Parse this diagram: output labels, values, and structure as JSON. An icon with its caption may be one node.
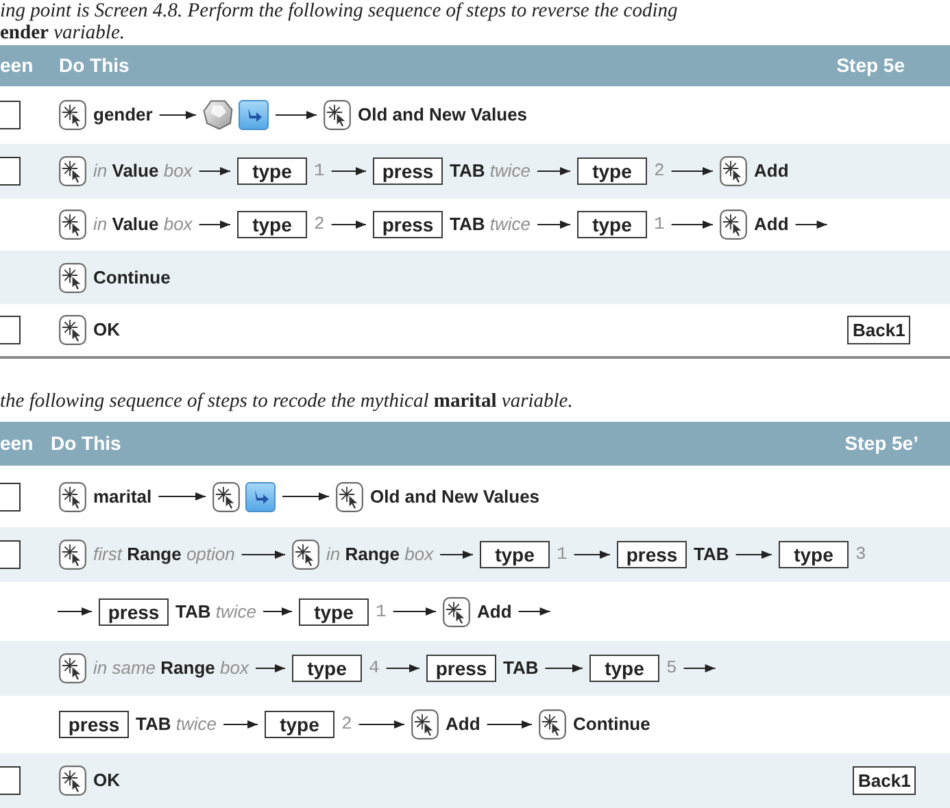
{
  "diagram": {
    "nodes": [
      {
        "text": [
          "een",
          "Do This",
          "Step 5e"
        ]
      },
      {
        "text": [
          "gender"
        ]
      },
      {
        "text": [],
        "shape": "picture"
      },
      {
        "text": [
          "Old and New Values"
        ]
      },
      {
        "text": [
          "*in* **Value** *box*"
        ]
      },
      {
        "text": [
          "type"
        ],
        "beside": [
          "1"
        ]
      },
      {
        "text": [
          "press"
        ],
        "beside": [
          "**TAB** *twice*"
        ]
      },
      {
        "text": [
          "type"
        ],
        "beside": [
          "2"
        ]
      },
      {
        "text": [
          "Add"
        ]
      },
      {
        "text": [
          "*in* **Value** *box*"
        ]
      },
      {
        "text": [
          "type"
        ],
        "beside": [
          "2"
        ]
      },
      {
        "text": [
          "press"
        ],
        "beside": [
          "**TAB** *twice*"
        ]
      },
      {
        "text": [
          "type"
        ],
        "beside": [
          "1"
        ]
      },
      {
        "text": [
          "Add"
        ]
      },
      {
        "text": [
          "Continue"
        ]
      },
      {
        "text": [
          "OK"
        ]
      },
      {
        "text": [
          "Back1"
        ]
      },
      {
        "text": [
          "een",
          "Do This",
          "Step 5e’"
        ]
      },
      {
        "text": [
          "marital"
        ]
      },
      {
        "text": [],
        "shape": "picture"
      },
      {
        "text": [
          "Old and New Values"
        ]
      },
      {
        "text": [
          "*first* **Range** *option*"
        ]
      },
      {
        "text": [
          "*in* **Range** *box*"
        ]
      },
      {
        "text": [
          "type"
        ],
        "beside": [
          "1"
        ]
      },
      {
        "text": [
          "press"
        ],
        "beside": [
          "TAB"
        ]
      },
      {
        "text": [
          "type"
        ],
        "beside": [
          "3"
        ]
      },
      {
        "text": [
          "press"
        ],
        "beside": [
          "**TAB** *twice*"
        ]
      },
      {
        "text": [
          "type"
        ],
        "beside": [
          "1"
        ]
      },
      {
        "text": [
          "Add"
        ]
      },
      {
        "text": [
          "*in same* **Range** *box*"
        ]
      },
      {
        "text": [
          "type"
        ],
        "beside": [
          "4"
        ]
      },
      {
        "text": [
          "press"
        ],
        "beside": [
          "TAB"
        ]
      },
      {
        "text": [
          "type"
        ],
        "beside": [
          "5"
        ]
      },
      {
        "text": [
          "press"
        ],
        "beside": [
          "**TAB** *twice*"
        ]
      },
      {
        "text": [
          "type"
        ],
        "beside": [
          "2"
        ]
      },
      {
        "text": [
          "Add"
        ]
      },
      {
        "text": [
          "Continue"
        ]
      },
      {
        "text": [
          "OK"
        ]
      },
      {
        "text": [
          "Back1"
        ]
      }
    ],
    "edges": [
      {
        "from": 1,
        "to": 2,
        "arrow": "to"
      },
      {
        "from": 2,
        "to": 3,
        "arrow": "to"
      },
      {
        "from": 4,
        "to": 5,
        "arrow": "to"
      },
      {
        "from": 5,
        "to": 6,
        "arrow": "to"
      },
      {
        "from": 6,
        "to": 7,
        "arrow": "to"
      },
      {
        "from": 7,
        "to": 8,
        "arrow": "to"
      },
      {
        "from": 9,
        "to": 10,
        "arrow": "to"
      },
      {
        "from": 10,
        "to": 11,
        "arrow": "to"
      },
      {
        "from": 11,
        "to": 12,
        "arrow": "to"
      },
      {
        "from": 12,
        "to": 13,
        "arrow": "to"
      },
      {
        "from": 13,
        "to": null,
        "arrow": "to"
      },
      {
        "from": 18,
        "to": 19,
        "arrow": "to"
      },
      {
        "from": 19,
        "to": 20,
        "arrow": "to"
      },
      {
        "from": 21,
        "to": 22,
        "arrow": "to"
      },
      {
        "from": 22,
        "to": 23,
        "arrow": "to"
      },
      {
        "from": 23,
        "to": 24,
        "arrow": "to"
      },
      {
        "from": 24,
        "to": 25,
        "arrow": "to"
      },
      {
        "from": null,
        "to": 26,
        "arrow": "to"
      },
      {
        "from": 26,
        "to": 27,
        "arrow": "to"
      },
      {
        "from": 27,
        "to": 28,
        "arrow": "to"
      },
      {
        "from": 28,
        "to": null,
        "arrow": "to"
      },
      {
        "from": 29,
        "to": 30,
        "arrow": "to"
      },
      {
        "from": 30,
        "to": 31,
        "arrow": "to"
      },
      {
        "from": 31,
        "to": 32,
        "arrow": "to"
      },
      {
        "from": 32,
        "to": null,
        "arrow": "to"
      },
      {
        "from": 33,
        "to": 34,
        "arrow": "to"
      },
      {
        "from": 34,
        "to": 35,
        "arrow": "to"
      },
      {
        "from": 35,
        "to": 36,
        "arrow": "to"
      }
    ],
    "labels": [
      "ing point is Screen 4.8. Perform the following sequence of steps to reverse the coding **ender** variable.",
      "the following sequence of steps to recode the mythical **marital** variable."
    ]
  }
}
